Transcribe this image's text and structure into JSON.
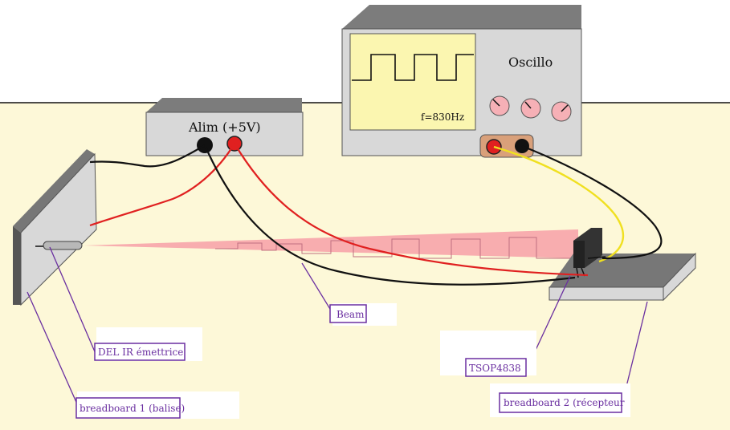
{
  "labels": {
    "alim": "Alim (+5V)",
    "oscillo": "Oscillo",
    "frequency": "f=830Hz",
    "beam": "Beam",
    "del": "DEL IR émettrice",
    "tsop": "TSOP4838",
    "breadboard1": "breadboard 1 (balise)",
    "breadboard2": "breadboard 2 (récepteur"
  },
  "colors": {
    "floor": "#fdf8d8",
    "wall": "#ffffff",
    "device": "#d8d8d8",
    "screen": "#fbf6b0",
    "beam": "#f7a0a8",
    "wire_red": "#e02020",
    "wire_black": "#111111",
    "wire_yellow": "#f0e020",
    "label_border": "#6a2fa0",
    "knob": "#f6b0b6",
    "terminal_panel": "#d9a07a"
  },
  "icons": {
    "knobs": [
      "knob-icon",
      "knob-icon",
      "knob-icon"
    ],
    "terminals": [
      "black-terminal-icon",
      "red-terminal-icon"
    ]
  }
}
